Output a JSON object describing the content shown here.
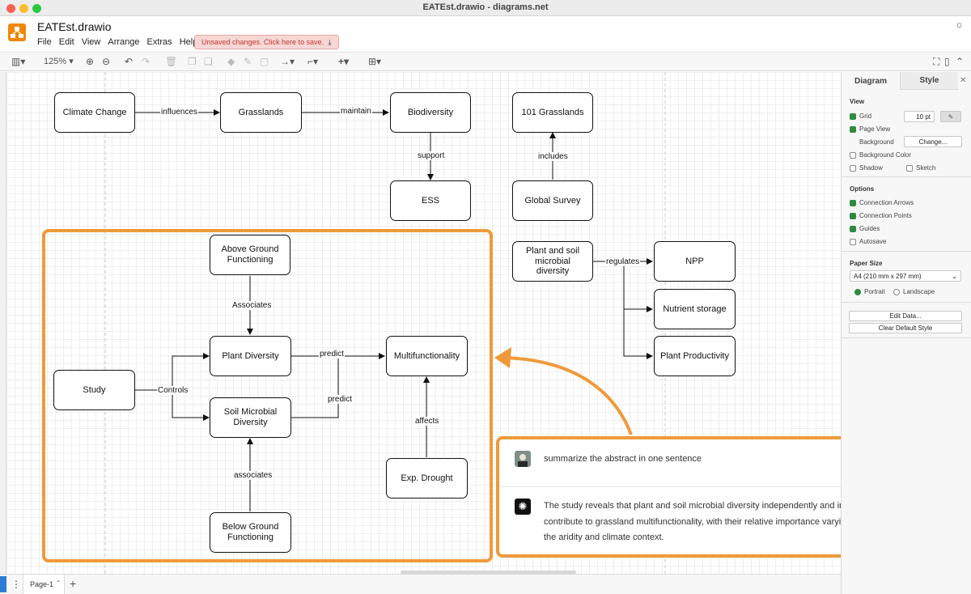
{
  "window": {
    "title": "EATEst.drawio - diagrams.net"
  },
  "app": {
    "filename": "EATEst.drawio",
    "menu": [
      "File",
      "Edit",
      "View",
      "Arrange",
      "Extras",
      "Help"
    ],
    "unsaved_notice": "Unsaved changes. Click here to save."
  },
  "toolbar": {
    "zoom": "125%"
  },
  "diagram": {
    "nodes": {
      "climate_change": "Climate Change",
      "grasslands": "Grasslands",
      "biodiversity": "Biodiversity",
      "ess": "ESS",
      "grasslands_101": "101 Grasslands",
      "global_survey": "Global Survey",
      "above_ground": "Above Ground Functioning",
      "plant_diversity": "Plant Diversity",
      "soil_microbial": "Soil Microbial Diversity",
      "below_ground": "Below Ground Functioning",
      "study": "Study",
      "multifunctionality": "Multifunctionality",
      "exp_drought": "Exp. Drought",
      "plant_soil": "Plant and soil microbial diversity",
      "npp": "NPP",
      "nutrient_storage": "Nutrient storage",
      "plant_productivity": "Plant Productivity"
    },
    "edges": {
      "influences": "influences",
      "maintain": "maintain",
      "support": "support",
      "includes": "includes",
      "associates_top": "Associates",
      "associates_bottom": "associates",
      "controls": "Controls",
      "predict_top": "predict",
      "predict_bottom": "predict",
      "affects": "affects",
      "regulates": "regulates"
    }
  },
  "chat": {
    "user_message": "summarize the abstract in one sentence",
    "assistant_message": "The study reveals that plant and soil microbial diversity independently and interactively contribute to grassland multifunctionality, with their relative importance varying depending on the aridity and climate context."
  },
  "panel": {
    "tabs": [
      "Diagram",
      "Style"
    ],
    "view_heading": "View",
    "grid_label": "Grid",
    "grid_size": "10 pt",
    "page_view_label": "Page View",
    "background_label": "Background",
    "change_button": "Change...",
    "background_color_label": "Background Color",
    "shadow_label": "Shadow",
    "sketch_label": "Sketch",
    "options_heading": "Options",
    "connection_arrows": "Connection Arrows",
    "connection_points": "Connection Points",
    "guides": "Guides",
    "autosave": "Autosave",
    "paper_size_heading": "Paper Size",
    "paper_size_value": "A4 (210 mm x 297 mm)",
    "portrait": "Portrait",
    "landscape": "Landscape",
    "edit_data_button": "Edit Data...",
    "clear_style_button": "Clear Default Style"
  },
  "pages": {
    "current": "Page-1"
  },
  "colors": {
    "accent_orange": "#ef9a3a",
    "drawio_orange": "#f08705",
    "check_green": "#2e8b3e"
  }
}
